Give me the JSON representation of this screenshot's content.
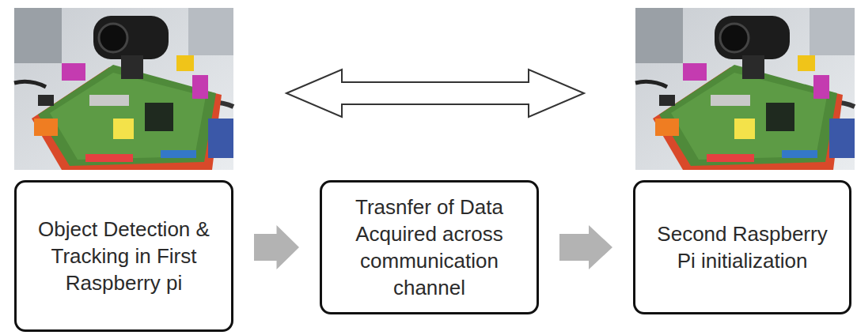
{
  "diagram": {
    "nodes": [
      {
        "text": [
          "Object Detection & Tracking in First Raspberry pi"
        ]
      },
      {
        "text": [
          "Trasnfer of Data Acquired across communication channel"
        ]
      },
      {
        "text": [
          "Second Raspberry Pi initialization"
        ]
      }
    ],
    "edges": [
      {
        "from": 0,
        "to": 1,
        "arrow": "to"
      },
      {
        "from": 1,
        "to": 2,
        "arrow": "to"
      }
    ]
  }
}
